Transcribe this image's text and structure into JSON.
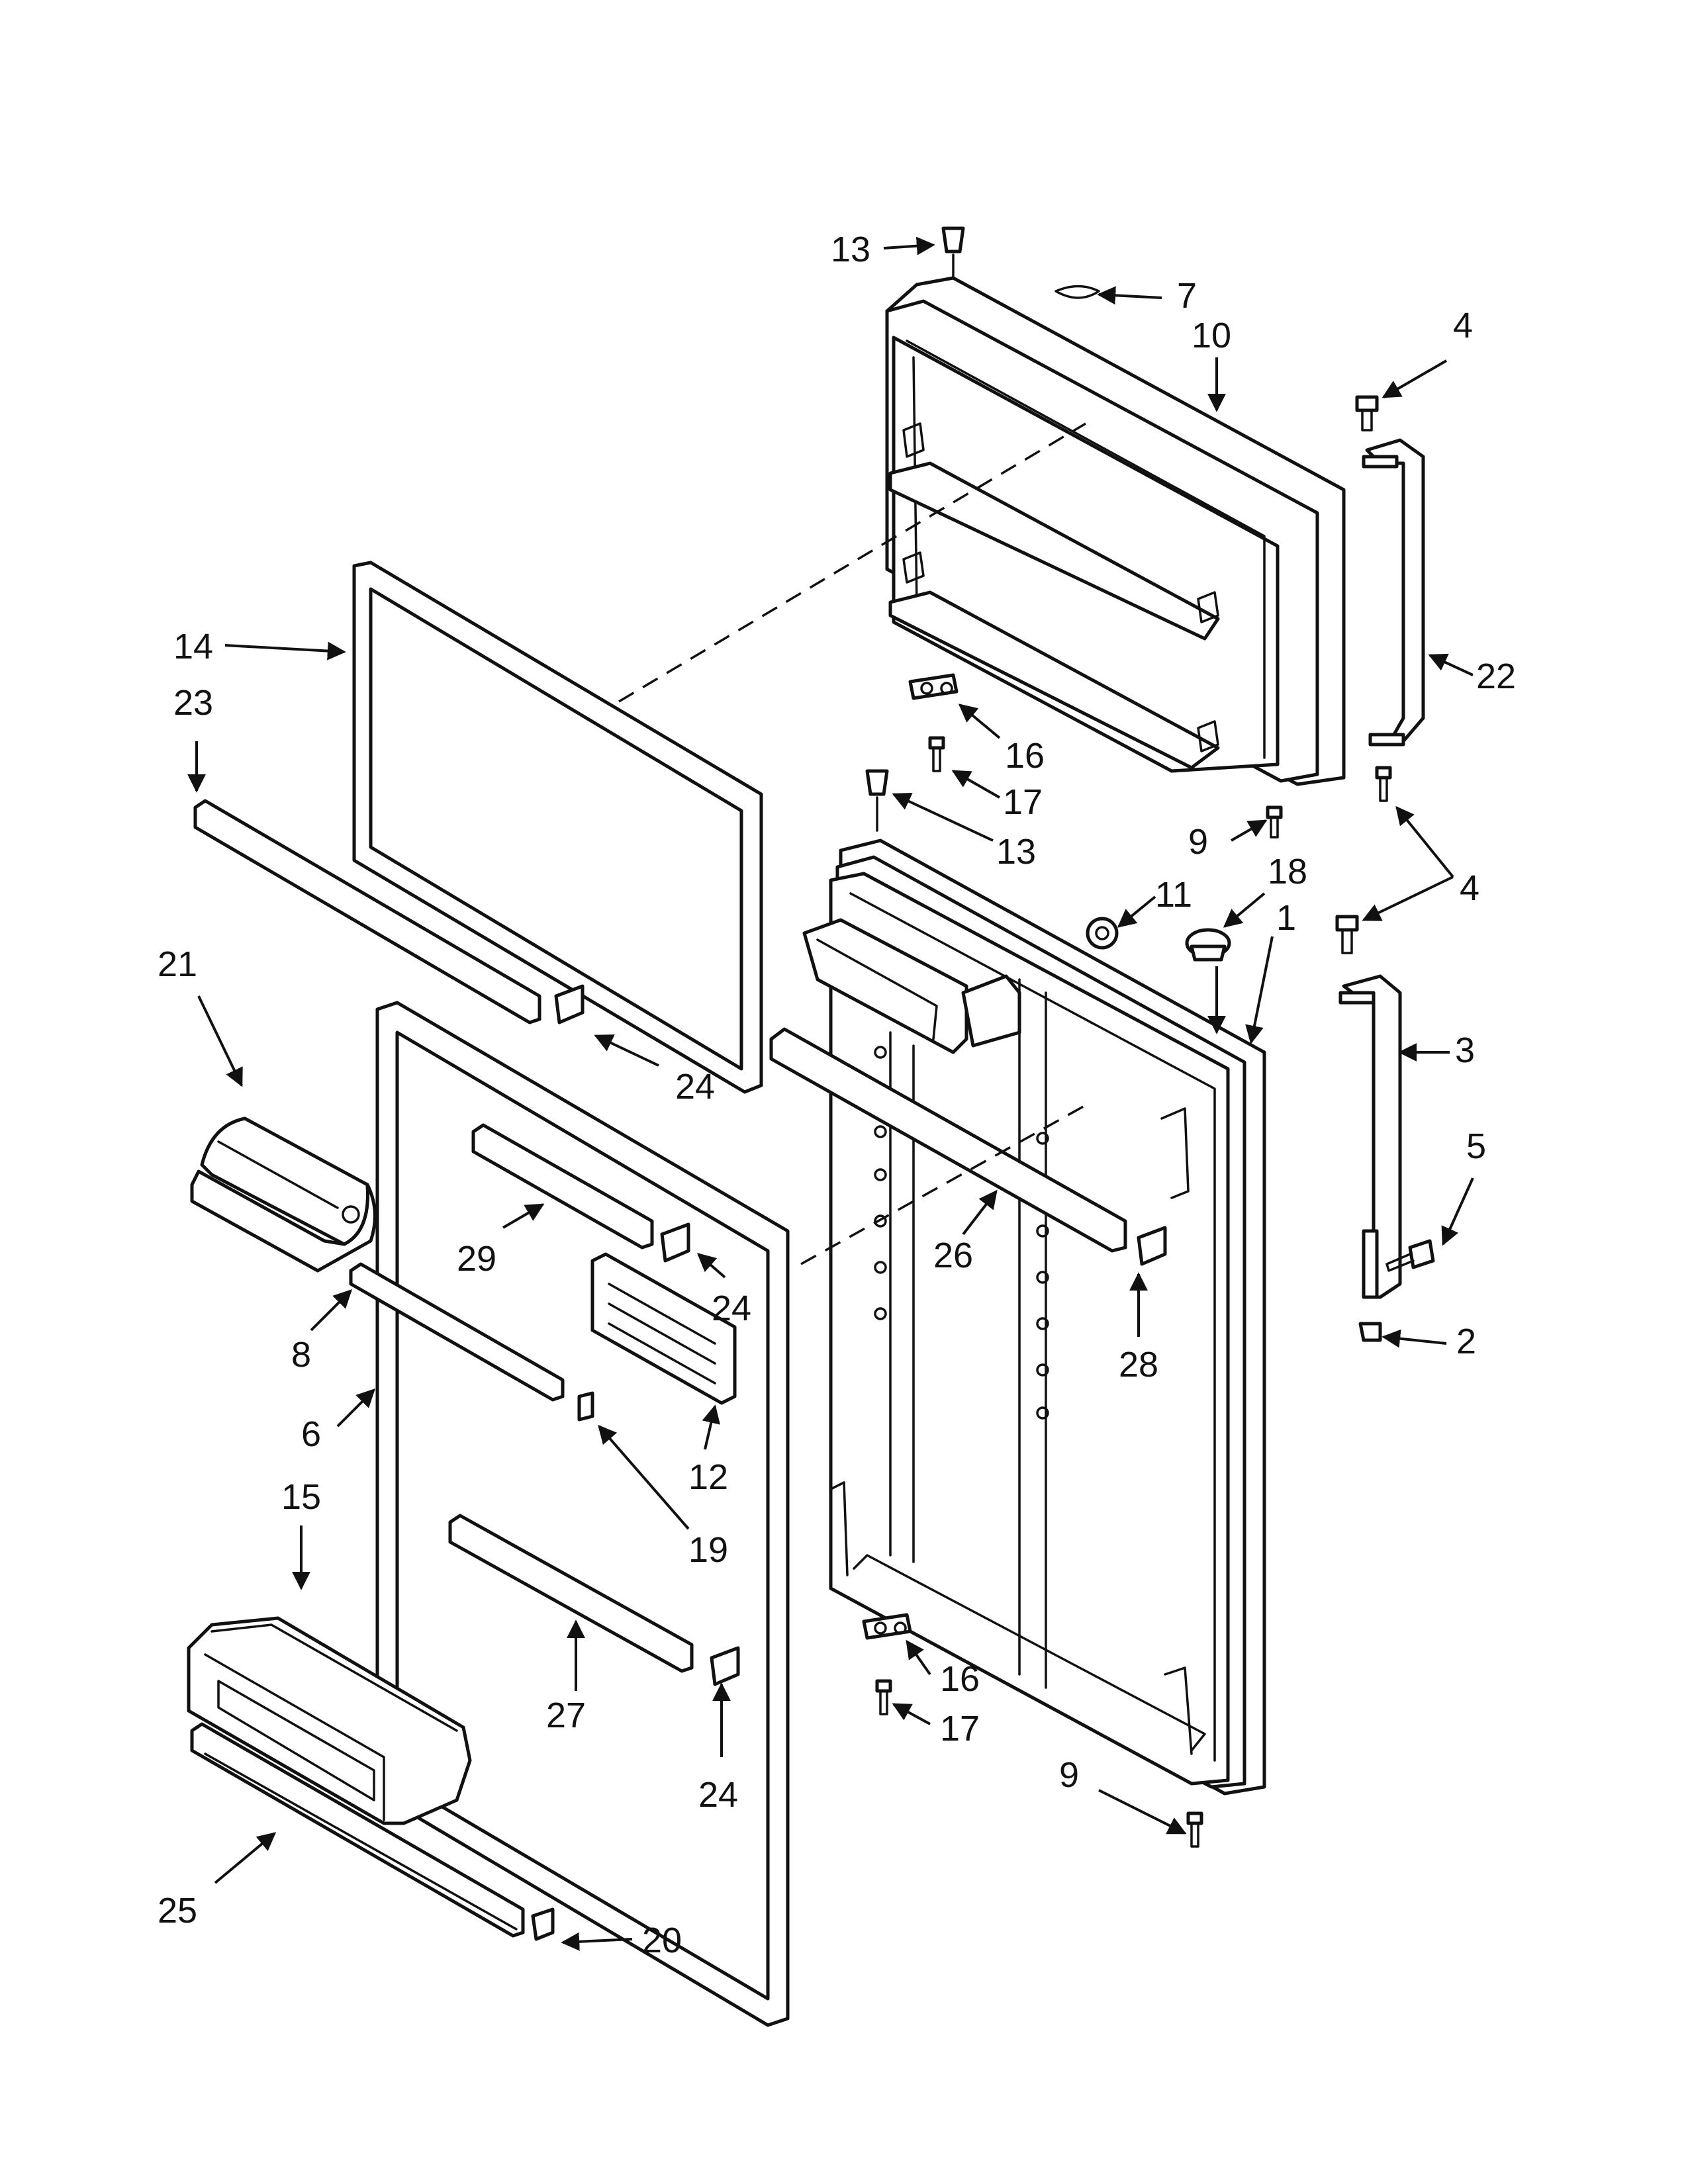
{
  "diagram": {
    "callouts": [
      {
        "id": "c13a",
        "text": "13"
      },
      {
        "id": "c7",
        "text": "7"
      },
      {
        "id": "c10",
        "text": "10"
      },
      {
        "id": "c4a",
        "text": "4"
      },
      {
        "id": "c14",
        "text": "14"
      },
      {
        "id": "c23",
        "text": "23"
      },
      {
        "id": "c22",
        "text": "22"
      },
      {
        "id": "c16a",
        "text": "16"
      },
      {
        "id": "c17a",
        "text": "17"
      },
      {
        "id": "c13b",
        "text": "13"
      },
      {
        "id": "c9a",
        "text": "9"
      },
      {
        "id": "c4b",
        "text": "4"
      },
      {
        "id": "c11",
        "text": "11"
      },
      {
        "id": "c18",
        "text": "18"
      },
      {
        "id": "c1",
        "text": "1"
      },
      {
        "id": "c21",
        "text": "21"
      },
      {
        "id": "c3",
        "text": "3"
      },
      {
        "id": "c24a",
        "text": "24"
      },
      {
        "id": "c5",
        "text": "5"
      },
      {
        "id": "c29",
        "text": "29"
      },
      {
        "id": "c26",
        "text": "26"
      },
      {
        "id": "c24b",
        "text": "24"
      },
      {
        "id": "c28",
        "text": "28"
      },
      {
        "id": "c2",
        "text": "2"
      },
      {
        "id": "c8",
        "text": "8"
      },
      {
        "id": "c6",
        "text": "6"
      },
      {
        "id": "c12",
        "text": "12"
      },
      {
        "id": "c15",
        "text": "15"
      },
      {
        "id": "c19",
        "text": "19"
      },
      {
        "id": "c16b",
        "text": "16"
      },
      {
        "id": "c17b",
        "text": "17"
      },
      {
        "id": "c27",
        "text": "27"
      },
      {
        "id": "c9b",
        "text": "9"
      },
      {
        "id": "c24c",
        "text": "24"
      },
      {
        "id": "c25",
        "text": "25"
      },
      {
        "id": "c20",
        "text": "20"
      }
    ]
  }
}
